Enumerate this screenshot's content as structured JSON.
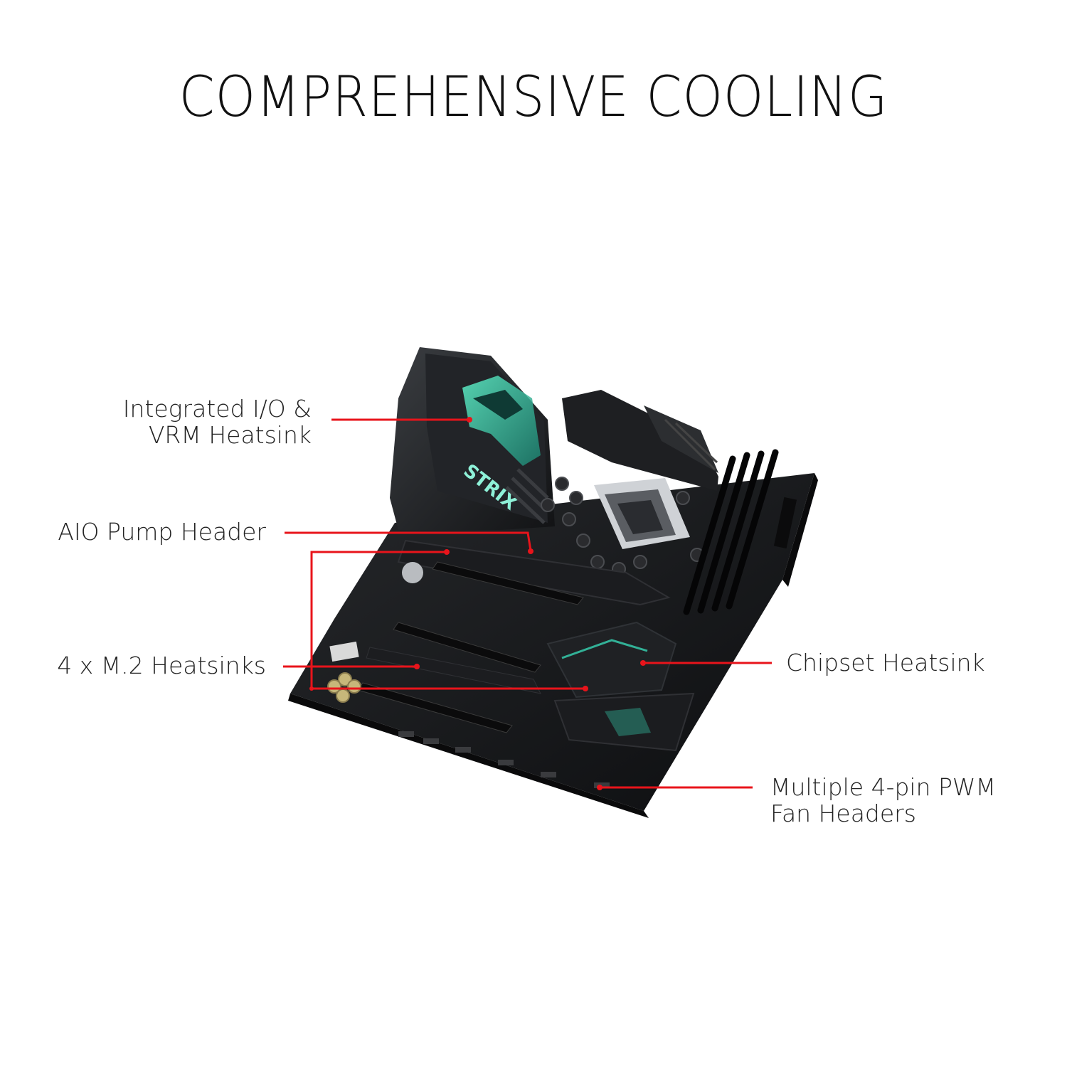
{
  "title": "COMPREHENSIVE COOLING",
  "callouts": {
    "io_vrm": {
      "line1": "Integrated I/O &",
      "line2": "VRM Heatsink"
    },
    "aio_pump": {
      "line1": "AIO Pump Header"
    },
    "m2": {
      "line1": "4 x M.2 Heatsinks"
    },
    "chipset": {
      "line1": "Chipset Heatsink"
    },
    "fan_headers": {
      "line1": "Multiple 4-pin PWM",
      "line2": "Fan Headers"
    }
  },
  "heatsink_logo_text": "STRIX",
  "colors": {
    "leader_line": "#e8141b",
    "board": "#17181a",
    "accent_teal": "#37d6b4"
  }
}
